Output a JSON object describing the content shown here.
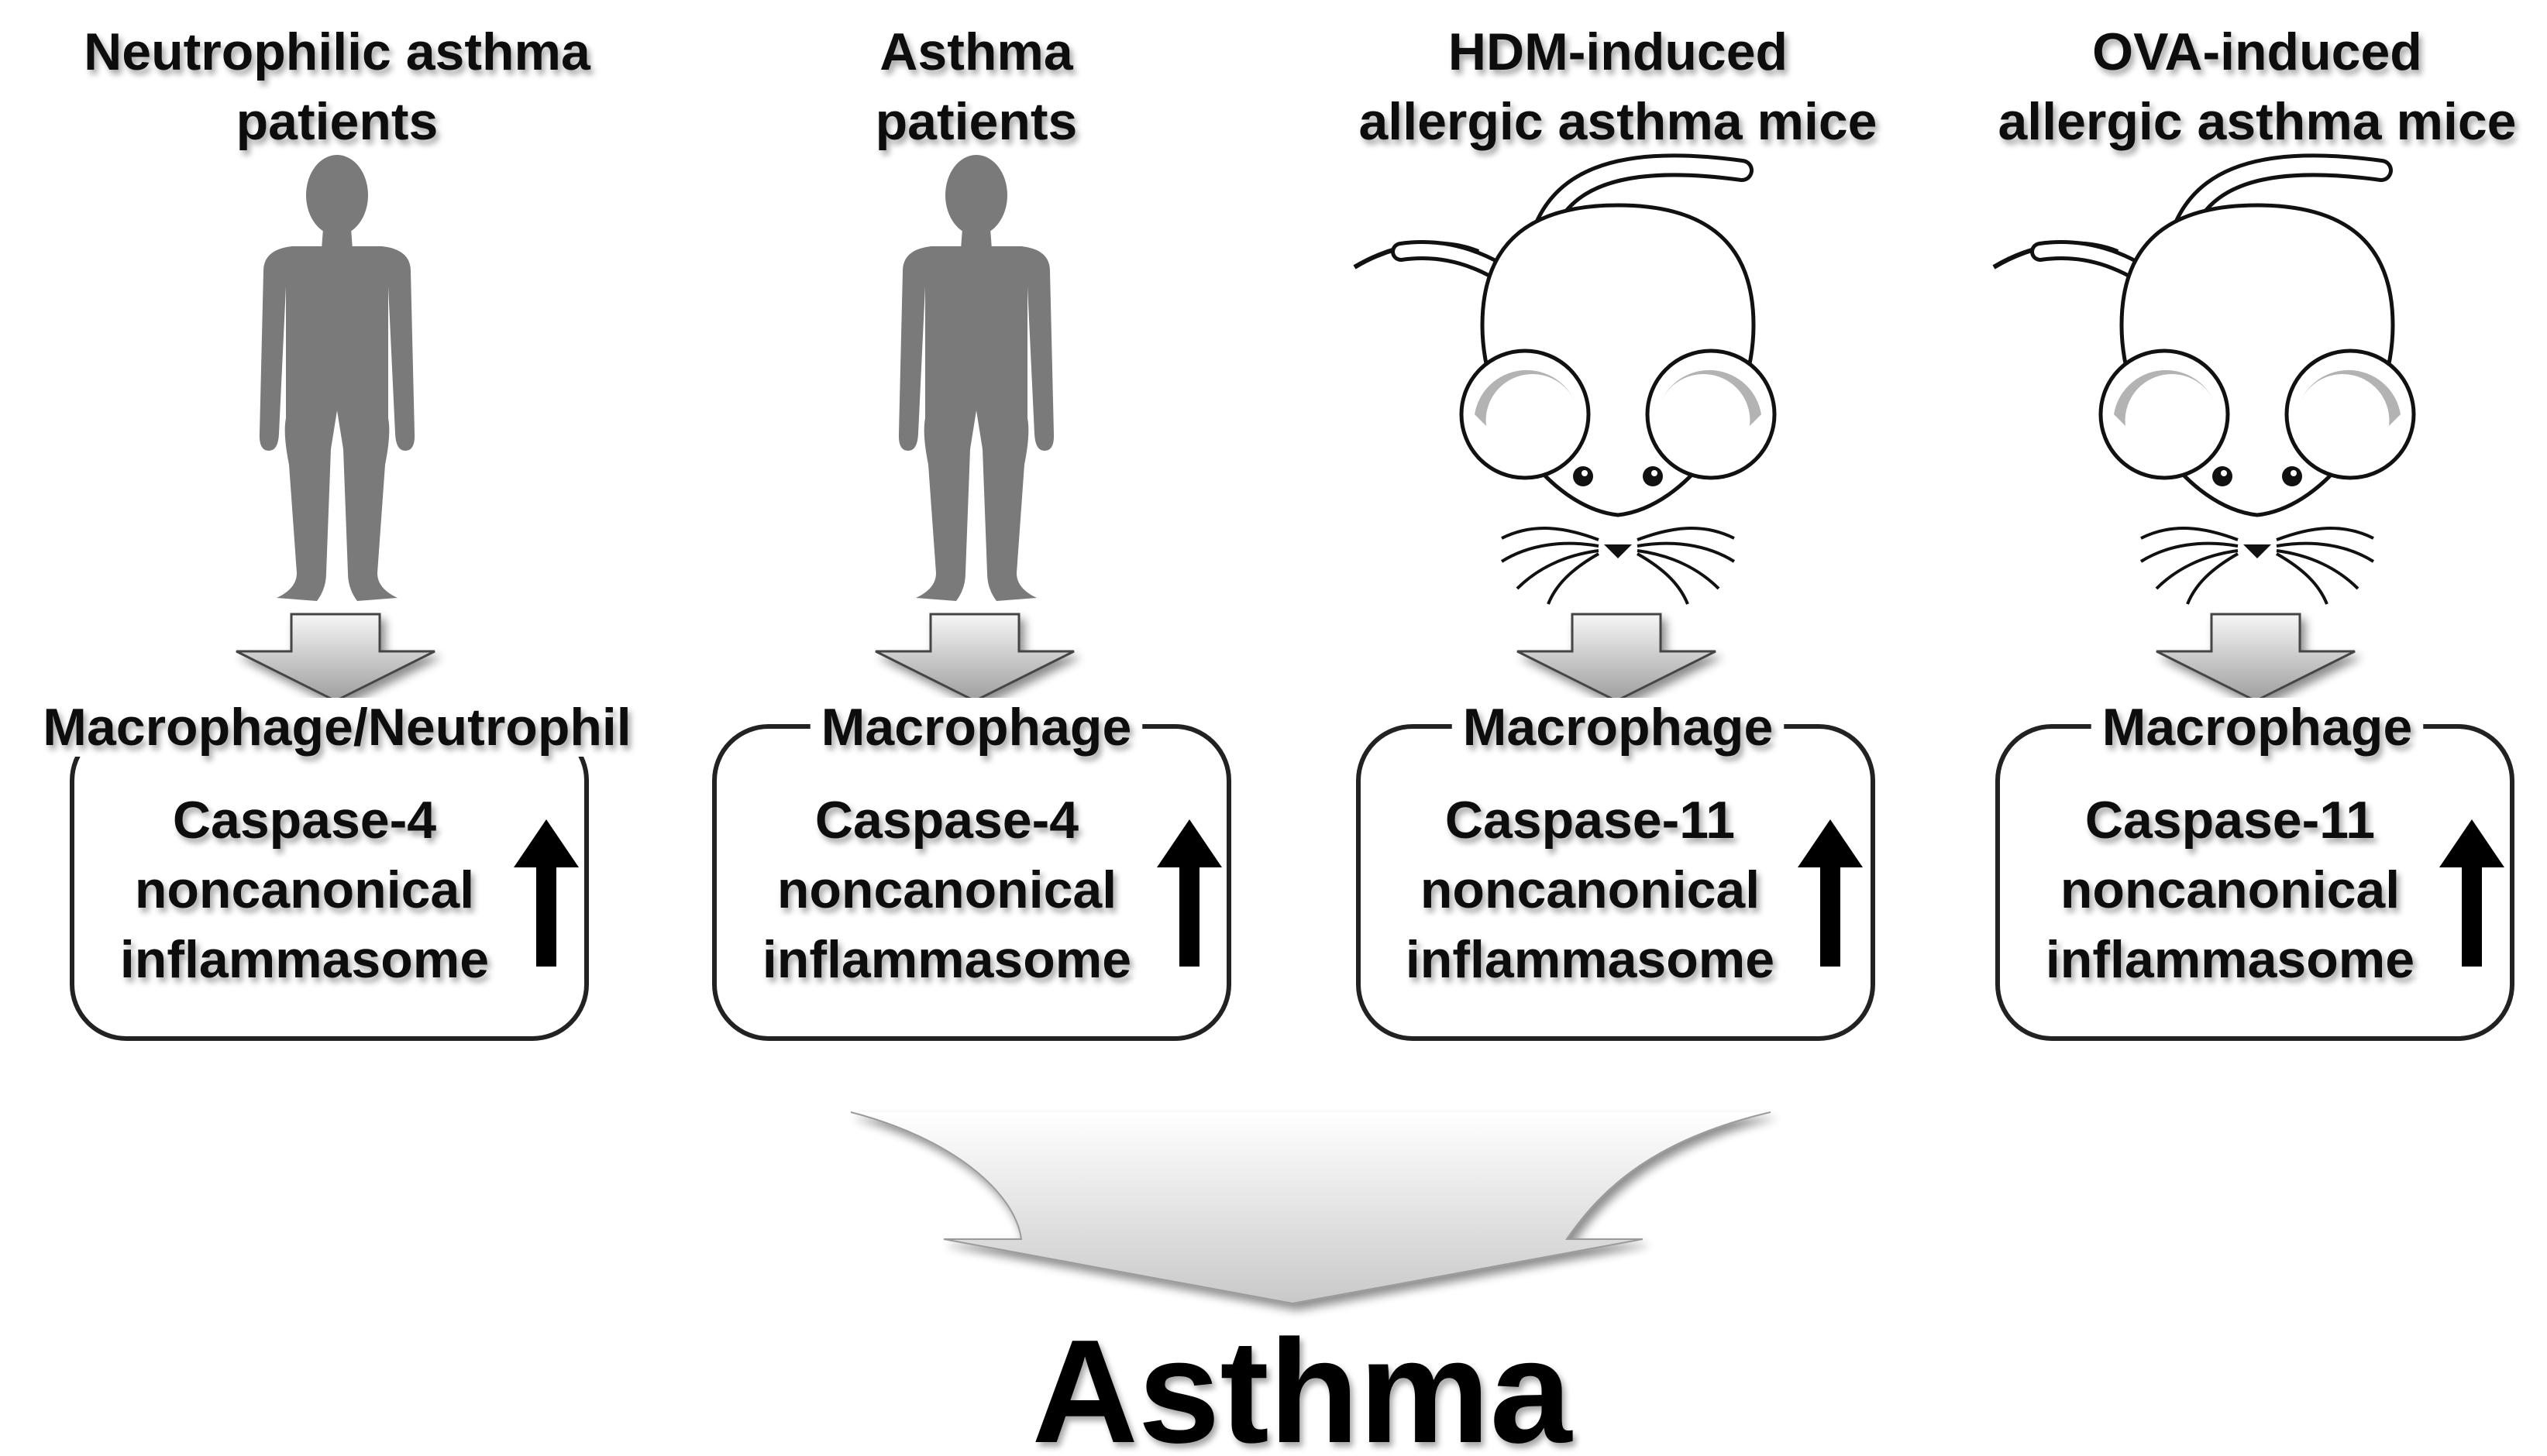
{
  "columns": [
    {
      "title_line1": "Neutrophilic asthma",
      "title_line2": "patients",
      "subject_icon": "human-silhouette-icon",
      "cell_label": "Macrophage/Neutrophil",
      "box_line1": "Caspase-4",
      "box_line2": "noncanonical",
      "box_line3": "inflammasome",
      "trend_icon": "up-arrow-icon"
    },
    {
      "title_line1": "Asthma",
      "title_line2": "patients",
      "subject_icon": "human-silhouette-icon",
      "cell_label": "Macrophage",
      "box_line1": "Caspase-4",
      "box_line2": "noncanonical",
      "box_line3": "inflammasome",
      "trend_icon": "up-arrow-icon"
    },
    {
      "title_line1": "HDM-induced",
      "title_line2": "allergic asthma mice",
      "subject_icon": "mouse-icon",
      "cell_label": "Macrophage",
      "box_line1": "Caspase-11",
      "box_line2": "noncanonical",
      "box_line3": "inflammasome",
      "trend_icon": "up-arrow-icon"
    },
    {
      "title_line1": "OVA-induced",
      "title_line2": "allergic asthma mice",
      "subject_icon": "mouse-icon",
      "cell_label": "Macrophage",
      "box_line1": "Caspase-11",
      "box_line2": "noncanonical",
      "box_line3": "inflammasome",
      "trend_icon": "up-arrow-icon"
    }
  ],
  "outcome": "Asthma",
  "converge_icon": "funnel-arrow-icon",
  "colors": {
    "silhouette": "#7a7a7a",
    "arrow_fill_top": "#f4f4f4",
    "arrow_fill_bottom": "#9c9c9c",
    "box_stroke": "#222222",
    "text": "#111111"
  }
}
